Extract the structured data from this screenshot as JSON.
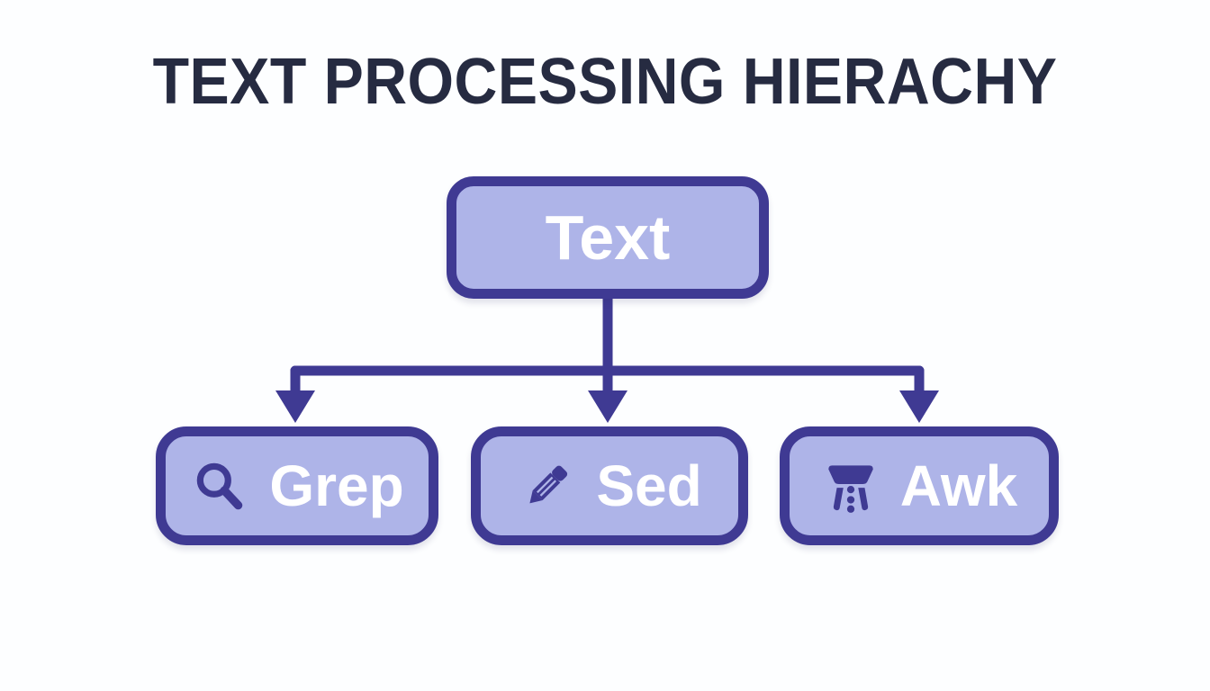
{
  "page": {
    "title": "TEXT PROCESSING HIERACHY",
    "background_color": "#fdfeff",
    "title_color": "#262b41"
  },
  "palette": {
    "node_fill": "#aeb4e8",
    "node_border": "#3f3a93",
    "connector": "#3f3a93",
    "node_text": "#ffffff",
    "icon": "#3f3a93"
  },
  "diagram": {
    "root": {
      "label": "Text",
      "name": "text"
    },
    "children": [
      {
        "label": "Grep",
        "name": "grep",
        "icon": "magnifier-icon"
      },
      {
        "label": "Sed",
        "name": "sed",
        "icon": "pencil-icon"
      },
      {
        "label": "Awk",
        "name": "awk",
        "icon": "table-filter-icon"
      }
    ],
    "connector_style": "elbow-with-arrowheads",
    "arrow_count": 3
  },
  "chart_data": {
    "type": "tree-diagram",
    "title": "TEXT PROCESSING HIERACHY",
    "nodes": [
      {
        "id": "text",
        "label": "Text",
        "level": 0,
        "icon": null
      },
      {
        "id": "grep",
        "label": "Grep",
        "level": 1,
        "icon": "magnifier-icon"
      },
      {
        "id": "sed",
        "label": "Sed",
        "level": 1,
        "icon": "pencil-icon"
      },
      {
        "id": "awk",
        "label": "Awk",
        "level": 1,
        "icon": "table-filter-icon"
      }
    ],
    "edges": [
      {
        "from": "text",
        "to": "grep",
        "arrow": true
      },
      {
        "from": "text",
        "to": "sed",
        "arrow": true
      },
      {
        "from": "text",
        "to": "awk",
        "arrow": true
      }
    ],
    "legend": [],
    "xlabel": "",
    "ylabel": ""
  }
}
